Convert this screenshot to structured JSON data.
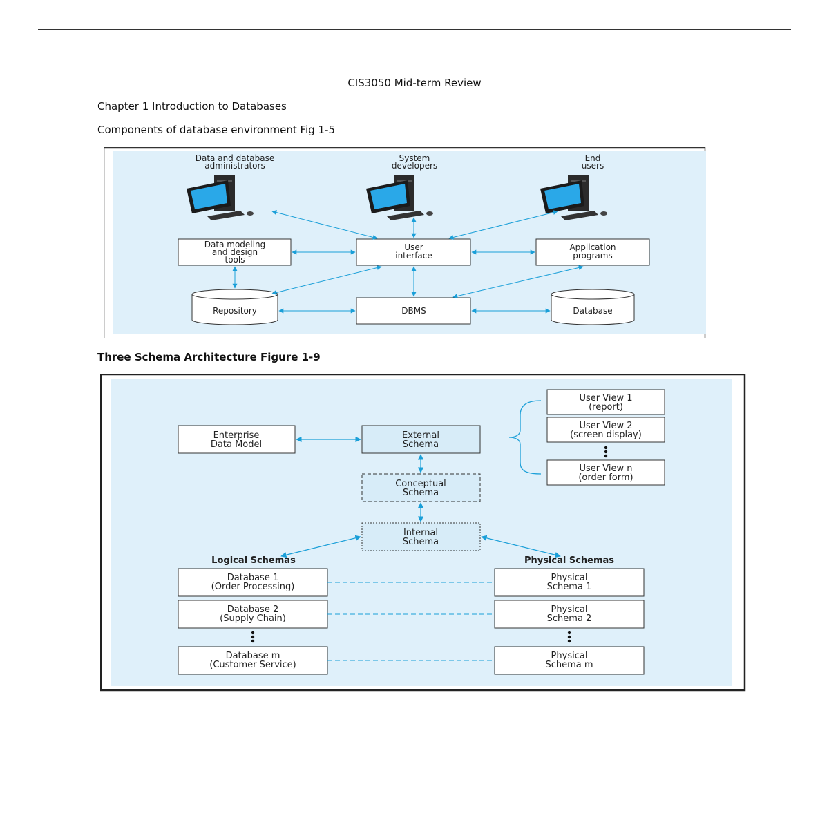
{
  "doc": {
    "title": "CIS3050 Mid-term Review",
    "chapter": "Chapter 1 Introduction to Databases",
    "section1": "Components of database environment Fig 1-5",
    "section2": "Three Schema Architecture Figure 1-9"
  },
  "fig1": {
    "admins": [
      "Data and database",
      "administrators"
    ],
    "developers": [
      "System",
      "developers"
    ],
    "endusers": [
      "End",
      "users"
    ],
    "modeling": [
      "Data modeling",
      "and design",
      "tools"
    ],
    "ui": [
      "User",
      "interface"
    ],
    "apps": [
      "Application",
      "programs"
    ],
    "repository": "Repository",
    "dbms": "DBMS",
    "database": "Database"
  },
  "fig2": {
    "enterprise": [
      "Enterprise",
      "Data Model"
    ],
    "external": [
      "External",
      "Schema"
    ],
    "conceptual": [
      "Conceptual",
      "Schema"
    ],
    "internal": [
      "Internal",
      "Schema"
    ],
    "uv1": [
      "User View 1",
      "(report)"
    ],
    "uv2": [
      "User View 2",
      "(screen display)"
    ],
    "uvn": [
      "User View n",
      "(order form)"
    ],
    "logical_title": "Logical Schemas",
    "physical_title": "Physical Schemas",
    "db1": [
      "Database 1",
      "(Order Processing)"
    ],
    "db2": [
      "Database 2",
      "(Supply Chain)"
    ],
    "dbm": [
      "Database m",
      "(Customer Service)"
    ],
    "ps1": [
      "Physical",
      "Schema 1"
    ],
    "ps2": [
      "Physical",
      "Schema 2"
    ],
    "psm": [
      "Physical",
      "Schema m"
    ]
  },
  "colors": {
    "panel": "#dff0fa",
    "arrow": "#1a9fd8",
    "box": "#ffffff",
    "schema_box": "#d7ecf8"
  }
}
